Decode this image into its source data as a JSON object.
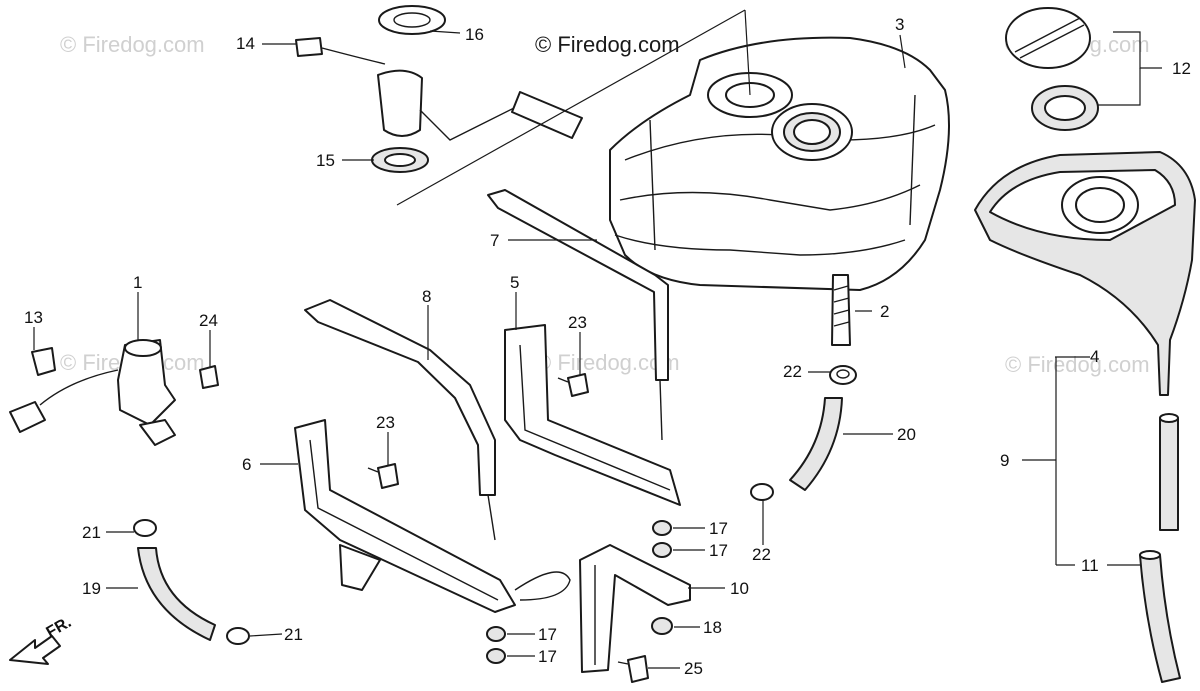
{
  "watermarks": {
    "primary": "© Firedog.com",
    "faint": "© Firedog.com"
  },
  "direction_label": "FR.",
  "callouts": {
    "c1": "1",
    "c2": "2",
    "c3": "3",
    "c4": "4",
    "c5": "5",
    "c6": "6",
    "c7": "7",
    "c8": "8",
    "c9": "9",
    "c10": "10",
    "c11": "11",
    "c12": "12",
    "c13": "13",
    "c14": "14",
    "c15": "15",
    "c16": "16",
    "c17a": "17",
    "c17b": "17",
    "c17c": "17",
    "c17d": "17",
    "c18": "18",
    "c19": "19",
    "c20": "20",
    "c21a": "21",
    "c21b": "21",
    "c22a": "22",
    "c22b": "22",
    "c23a": "23",
    "c23b": "23",
    "c24": "24",
    "c25": "25"
  }
}
